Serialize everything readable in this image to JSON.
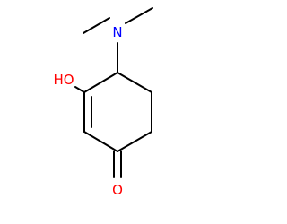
{
  "molecule": {
    "atoms": {
      "nitrogen": {
        "label": "N",
        "color": "#0000ff"
      },
      "hydroxyl": {
        "label": "HO",
        "color": "#ff0000"
      },
      "carbonyl_oxygen": {
        "label": "O",
        "color": "#ff0000"
      }
    },
    "bond_color": "#000000",
    "background": "#ffffff"
  }
}
